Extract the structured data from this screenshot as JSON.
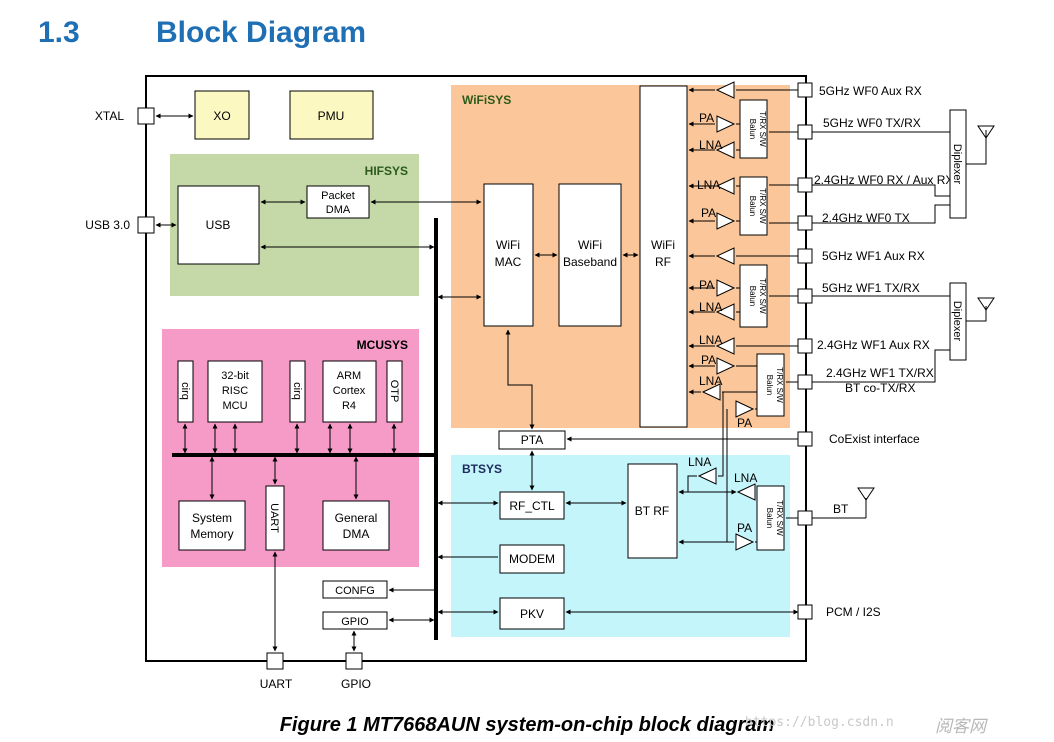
{
  "heading": {
    "number": "1.3",
    "title": "Block Diagram"
  },
  "caption": "Figure 1 MT7668AUN system-on-chip block diagram",
  "watermark": "https://blog.csdn.n",
  "watermark_logo": "阅客网",
  "colors": {
    "heading": "#1f6fb5",
    "hifsys": "#c5d8a8",
    "mcusys": "#f69ac7",
    "wifisys": "#fbc79a",
    "btsys": "#c4f5fa",
    "pale": "#fcf8c2",
    "title_green": "#2b5b1b",
    "title_navy": "#1d2a5d"
  },
  "ext_left": {
    "xtal": "XTAL",
    "usb": "USB 3.0"
  },
  "ext_bottom": {
    "uart": "UART",
    "gpio": "GPIO"
  },
  "blocks": {
    "xo": "XO",
    "pmu": "PMU",
    "hifsys": "HIFSYS",
    "usb": "USB",
    "packet_dma_1": "Packet",
    "packet_dma_2": "DMA",
    "mcusys": "MCUSYS",
    "cirq": "cirq",
    "risc_1": "32-bit",
    "risc_2": "RISC",
    "risc_3": "MCU",
    "arm_1": "ARM",
    "arm_2": "Cortex",
    "arm_3": "R4",
    "otp": "OTP",
    "sysmem_1": "System",
    "sysmem_2": "Memory",
    "uart": "UART",
    "gdma_1": "General",
    "gdma_2": "DMA",
    "confg": "CONFG",
    "gpio": "GPIO",
    "wifisys": "WiFiSYS",
    "mac_1": "WiFi",
    "mac_2": "MAC",
    "bb_1": "WiFi",
    "bb_2": "Baseband",
    "rf_1": "WiFi",
    "rf_2": "RF",
    "pta": "PTA",
    "btsys": "BTSYS",
    "rfctl": "RF_CTL",
    "modem": "MODEM",
    "pkv": "PKV",
    "btrf": "BT RF",
    "trsw_1": "T/RX S/W",
    "trsw_2": "Balun",
    "pa": "PA",
    "lna": "LNA",
    "diplexer": "Diplexer"
  },
  "ports_right": {
    "p1": "5GHz WF0 Aux RX",
    "p2": "5GHz WF0 TX/RX",
    "p3": "2.4GHz WF0 RX / Aux RX",
    "p4": "2.4GHz WF0 TX",
    "p5": "5GHz WF1 Aux RX",
    "p6": "5GHz WF1 TX/RX",
    "p7": "2.4GHz WF1 Aux RX",
    "p8a": "2.4GHz WF1 TX/RX",
    "p8b": "BT co-TX/RX",
    "p9": "CoExist interface",
    "p10": "BT",
    "p11": "PCM / I2S"
  }
}
